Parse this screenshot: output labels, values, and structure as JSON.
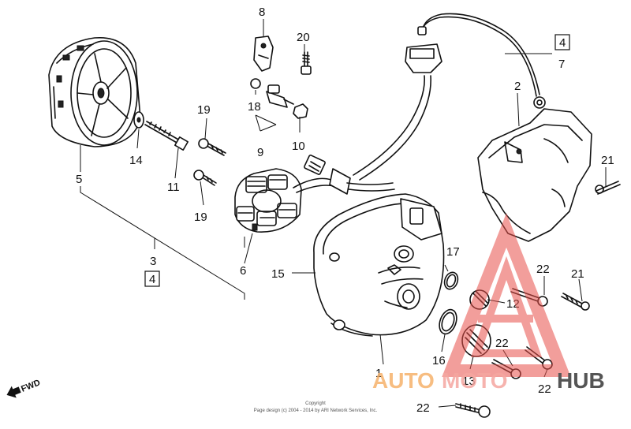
{
  "callouts": {
    "c1": "1",
    "c2": "2",
    "c3": "3",
    "c4a": "4",
    "c4b": "4",
    "c5": "5",
    "c6": "6",
    "c7": "7",
    "c8": "8",
    "c9": "9",
    "c10": "10",
    "c11": "11",
    "c12": "12",
    "c13": "13",
    "c14": "14",
    "c15": "15",
    "c16": "16",
    "c17": "17",
    "c18": "18",
    "c19a": "19",
    "c19b": "19",
    "c20": "20",
    "c21a": "21",
    "c21b": "21",
    "c22a": "22",
    "c22b": "22",
    "c22c": "22",
    "c22d": "22"
  },
  "fwd_label": "FWD",
  "copyright": {
    "line1": "Copyright",
    "line2": "Page design (c) 2004 - 2014 by ARI Network Services, Inc."
  },
  "watermark": {
    "auto": "AUTO",
    "moto": "MOTO",
    "hub": "HUB",
    "colors": {
      "auto": "#f6b26b",
      "moto": "#f4a6a0",
      "hub": "#555555",
      "triangle": "#e8504a"
    }
  }
}
